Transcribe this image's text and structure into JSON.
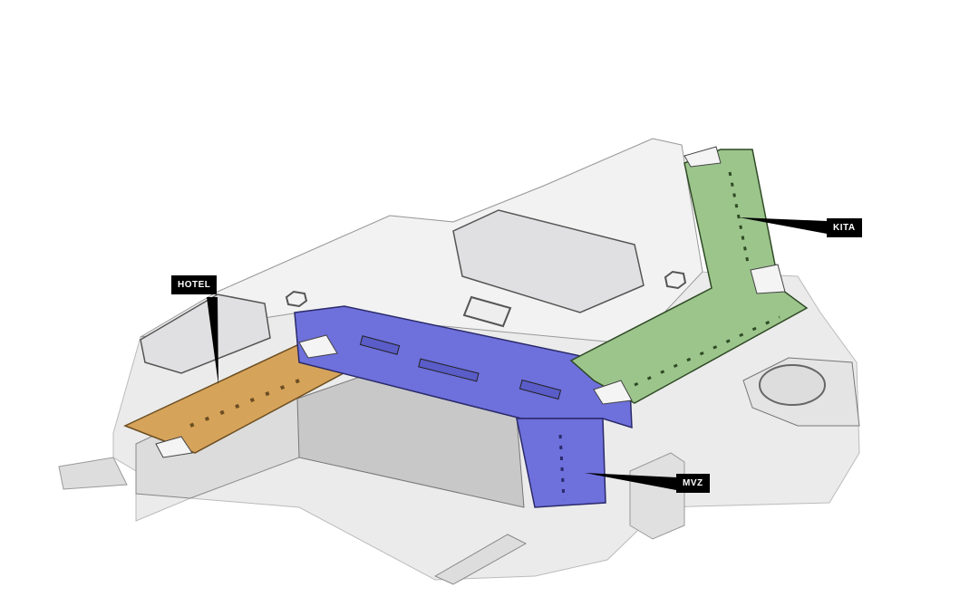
{
  "colors": {
    "hotel": "#d6a35a",
    "central": "#6e70dc",
    "mvz": "#6e70dc",
    "kita": "#9cc58c",
    "building": "#e8e8e8",
    "roof": "#f1f1f1"
  },
  "labels": {
    "hotel": "HOTEL",
    "kita": "KITA",
    "mvz": "MVZ"
  }
}
